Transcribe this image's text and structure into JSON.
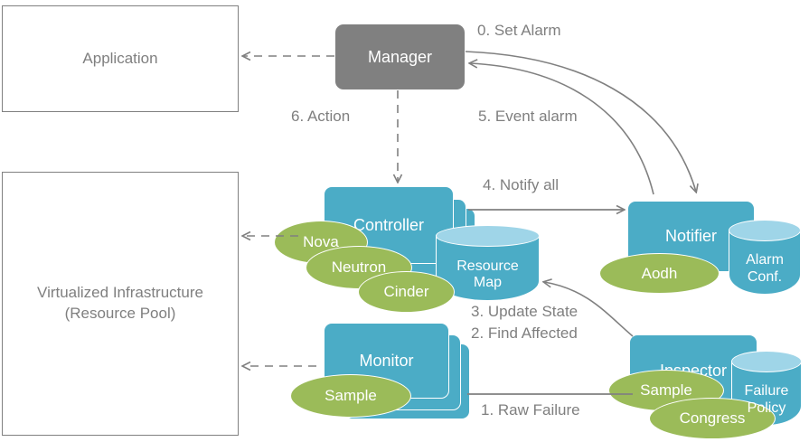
{
  "diagram": {
    "colors": {
      "teal": "#4BACC6",
      "teal_light": "#9FD5E8",
      "green": "#9BBB59",
      "gray": "#808080",
      "text_gray": "#7f7f7f",
      "white": "#ffffff"
    },
    "boxes": {
      "application": "Application",
      "infrastructure_line1": "Virtualized  Infrastructure",
      "infrastructure_line2": "(Resource Pool)",
      "manager": "Manager",
      "controller": "Controller",
      "monitor": "Monitor",
      "notifier": "Notifier",
      "inspector": "Inspector"
    },
    "cylinders": {
      "resource_map_line1": "Resource",
      "resource_map_line2": "Map",
      "alarm_conf_line1": "Alarm",
      "alarm_conf_line2": "Conf.",
      "failure_policy_line1": "Failure",
      "failure_policy_line2": "Policy"
    },
    "ellipses": {
      "nova": "Nova",
      "neutron": "Neutron",
      "cinder": "Cinder",
      "aodh": "Aodh",
      "monitor_sample": "Sample",
      "inspector_sample": "Sample",
      "congress": "Congress"
    },
    "flow_labels": {
      "step0": "0. Set Alarm",
      "step1": "1. Raw Failure",
      "step2": "2. Find Affected",
      "step3": "3. Update State",
      "step4": "4. Notify all",
      "step5": "5. Event alarm",
      "step6": "6. Action"
    }
  }
}
